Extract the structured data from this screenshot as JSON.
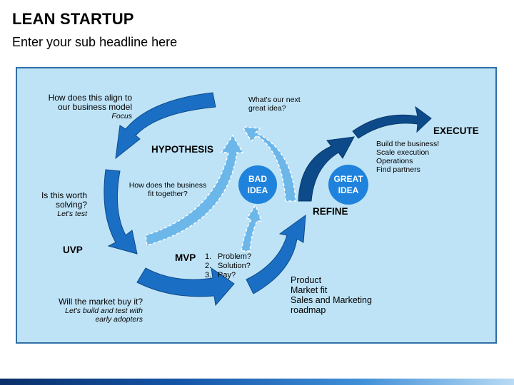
{
  "header": {
    "title": "LEAN STARTUP",
    "subtitle": "Enter your sub headline here"
  },
  "diagram": {
    "hypothesis_question": [
      "How does this align to",
      "our business model"
    ],
    "hypothesis_note": "Focus",
    "hypothesis_label": "HYPOTHESIS",
    "uvp_question": [
      "Is this worth",
      "solving?"
    ],
    "uvp_note": "Let's test",
    "uvp_label": "UVP",
    "market_question": "Will the market buy it?",
    "market_note": [
      "Let's build and test with",
      "early adopters"
    ],
    "fit_question": [
      "How does the business",
      "fit together?"
    ],
    "next_idea_question": [
      "What's our next",
      "great idea?"
    ],
    "mvp_label": "MVP",
    "mvp_steps": [
      {
        "num": "1.",
        "text": "Problem?"
      },
      {
        "num": "2.",
        "text": "Solution?"
      },
      {
        "num": "3.",
        "text": "Pay?"
      }
    ],
    "product_lines": [
      "Product",
      "Market fit",
      "Sales and Marketing",
      "roadmap"
    ],
    "bad_idea": [
      "BAD",
      "IDEA"
    ],
    "great_idea": [
      "GREAT",
      "IDEA"
    ],
    "refine_label": "REFINE",
    "execute_label": "EXECUTE",
    "execute_lines": [
      "Build the business!",
      "Scale execution",
      "Operations",
      "Find partners"
    ],
    "colors": {
      "panel_fill": "#bfe3f6",
      "panel_border": "#2f6fa6",
      "arrow_blue": "#1a6fc4",
      "arrow_dark": "#0d4a8a",
      "dashed_fill": "#6cb7ea",
      "circle": "#1f83dd"
    }
  }
}
